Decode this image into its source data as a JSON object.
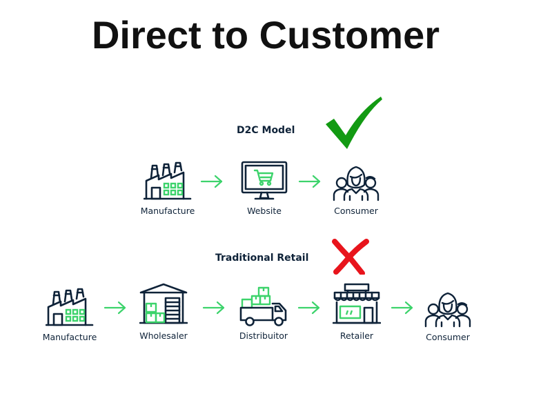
{
  "title": "Direct to Customer",
  "colors": {
    "ink": "#0e2238",
    "accent_green": "#3cd36b",
    "check_green": "#129a12",
    "cross_red": "#e8141c"
  },
  "d2c": {
    "heading": "D2C Model",
    "status_icon": "check-icon",
    "steps": [
      {
        "label": "Manufacture",
        "icon": "factory-icon"
      },
      {
        "label": "Website",
        "icon": "monitor-cart-icon"
      },
      {
        "label": "Consumer",
        "icon": "people-group-icon"
      }
    ]
  },
  "traditional": {
    "heading": "Traditional Retail",
    "status_icon": "cross-icon",
    "steps": [
      {
        "label": "Manufacture",
        "icon": "factory-icon"
      },
      {
        "label": "Wholesaler",
        "icon": "warehouse-icon"
      },
      {
        "label": "Distribuitor",
        "icon": "delivery-truck-icon"
      },
      {
        "label": "Retailer",
        "icon": "storefront-icon"
      },
      {
        "label": "Consumer",
        "icon": "people-group-icon"
      }
    ]
  }
}
